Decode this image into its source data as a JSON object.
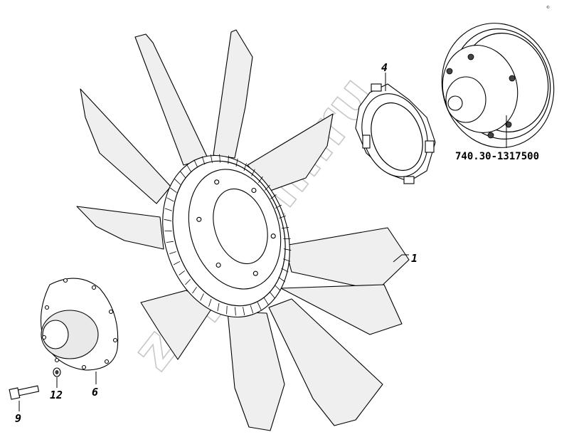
{
  "watermark": "zap-kam.ru",
  "corner_mark": "©",
  "assembly_part_number": "740.30-1317500",
  "callouts": [
    {
      "id": "fan",
      "label": "1"
    },
    {
      "id": "ring",
      "label": "4"
    },
    {
      "id": "cover",
      "label": "6"
    },
    {
      "id": "bolt",
      "label": "9"
    },
    {
      "id": "washer",
      "label": "12"
    }
  ]
}
